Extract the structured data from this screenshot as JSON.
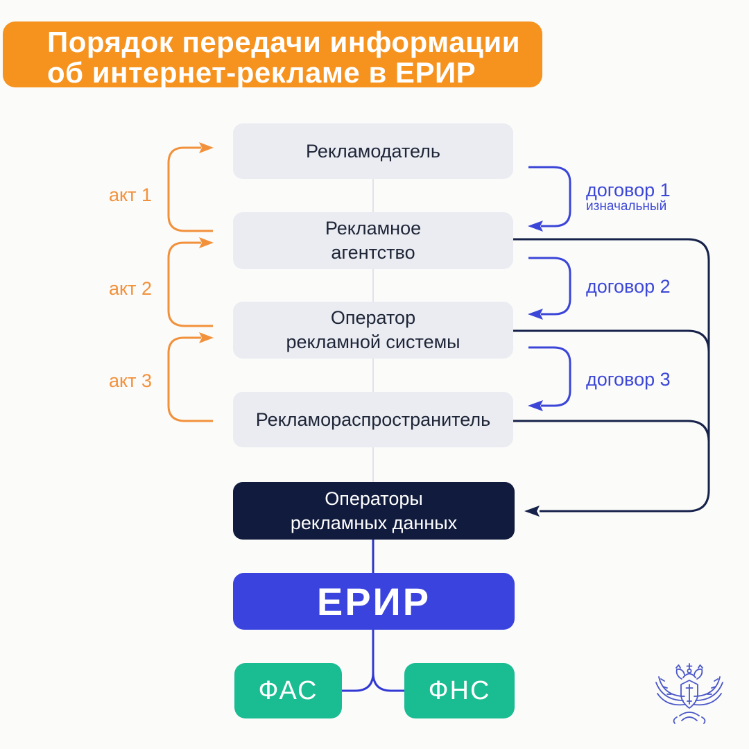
{
  "header": {
    "title_line1": "Порядок передачи информации",
    "title_line2": "об интернет-рекламе в ЕРИР"
  },
  "flow_nodes": {
    "advertiser": "Рекламодатель",
    "agency_line1": "Рекламное",
    "agency_line2": "агентство",
    "ad_system_operator_line1": "Оператор",
    "ad_system_operator_line2": "рекламной системы",
    "ad_distributor": "Рекламораспространитель",
    "ad_data_operators_line1": "Операторы",
    "ad_data_operators_line2": "рекламных данных",
    "erir": "ЕРИР",
    "fas": "ФАС",
    "fns": "ФНС"
  },
  "act_arrows": {
    "act1": "акт 1",
    "act2": "акт 2",
    "act3": "акт 3"
  },
  "contract_arrows": {
    "contract1": "договор 1",
    "contract1_note": "изначальный",
    "contract2": "договор 2",
    "contract3": "договор 3"
  },
  "icons": {
    "emblem": "double-headed-eagle-emblem"
  },
  "colors": {
    "header_orange": "#F6921E",
    "arrow_orange": "#F2913B",
    "node_gray": "#EAECF2",
    "navy_box": "#111B3D",
    "erir_blue": "#3A43DE",
    "green_box": "#1ABC92",
    "arrow_blue": "#3B46D8",
    "collector_line_navy": "#16224A",
    "split_line_blue": "#3138D3",
    "text_dark": "#1E2537"
  }
}
